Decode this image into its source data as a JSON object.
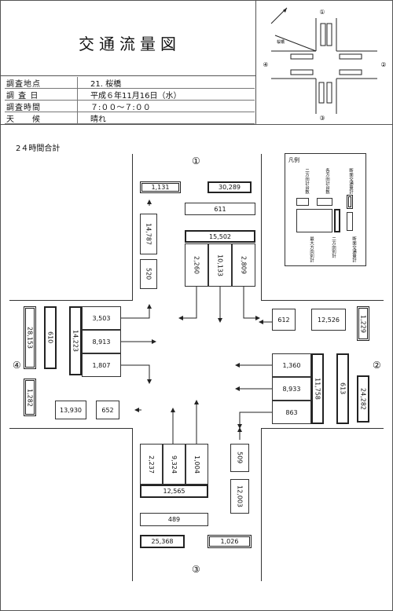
{
  "title": "交通流量図",
  "info": [
    {
      "label": "調査地点",
      "value": "21. 桜橋"
    },
    {
      "label": "調 査 日",
      "value": "平成６年11月16日（水）"
    },
    {
      "label": "調査時間",
      "value": "７:００～７:００"
    },
    {
      "label": "天　　候",
      "value": "晴れ"
    }
  ],
  "subtitle": "2４時間合計",
  "nodes": {
    "n1": "①",
    "n2": "②",
    "n3": "③",
    "n4": "④"
  },
  "legend": {
    "title": "凡例",
    "cols": [
      "二方向計台数",
      "各方向計台数",
      "断面交通量計"
    ],
    "cols_bottom": [
      "最大方向別計",
      "二方向別計",
      "断面交通量計"
    ]
  },
  "minimap": {
    "nodes": [
      "①",
      "②",
      "③",
      "④"
    ],
    "label": "桜橋"
  },
  "north": {
    "cross_total": "1,131",
    "outflow": "30,289",
    "inflow": "611",
    "approach_total": "15,502",
    "left": "2,260",
    "through": "10,133",
    "right": "2,809",
    "out_total": "14,787",
    "small": "520"
  },
  "east": {
    "small": "612",
    "outflow": "12,526",
    "cross_total": "1,229",
    "left": "1,360",
    "through": "8,933",
    "right": "863",
    "approach_total": "11,758",
    "inflow": "613",
    "section": "24,282"
  },
  "south": {
    "left": "2,237",
    "through": "9,324",
    "right": "1,004",
    "approach_total": "12,565",
    "inflow": "489",
    "section": "25,368",
    "cross_total": "1,026",
    "small": "509",
    "out_total": "12,003"
  },
  "west": {
    "section": "28,153",
    "inflow": "610",
    "approach_total": "14,223",
    "right": "3,503",
    "through": "8,913",
    "left": "1,807",
    "cross_total": "1,282",
    "outflow": "13,930",
    "small": "652"
  }
}
